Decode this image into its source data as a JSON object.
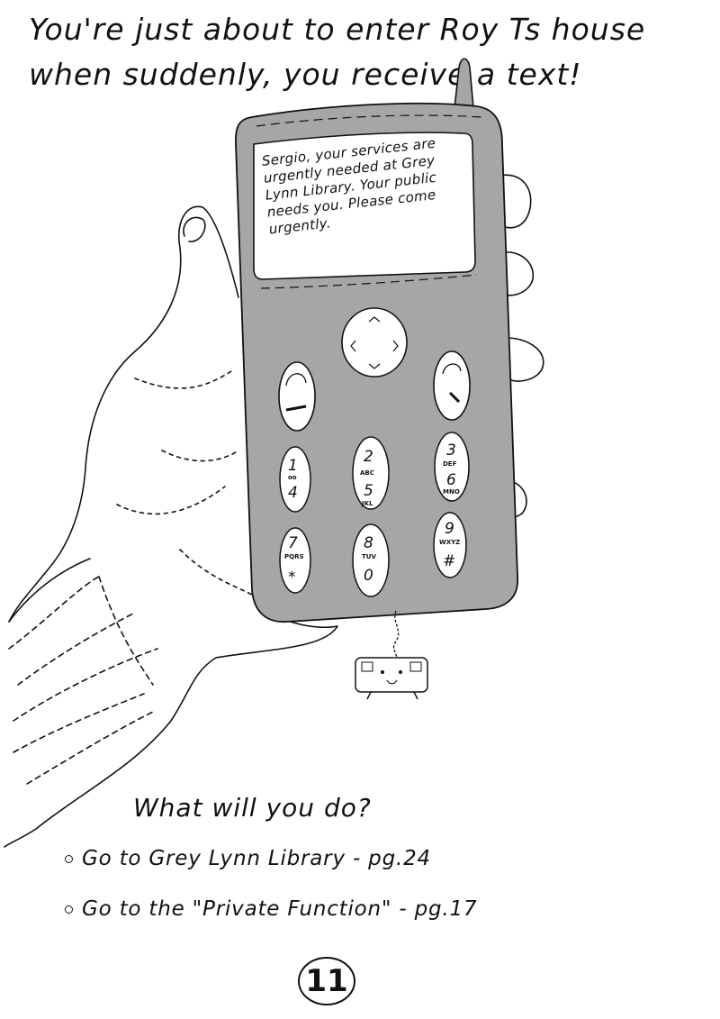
{
  "intro_text": "You're just about to enter Roy Ts house when suddenly, you receive a text!",
  "sms_message": "Sergio, your services are urgently needed at Grey Lynn Library. Your public needs you. Please come urgently.",
  "question": "What will you do?",
  "choices": [
    {
      "label": "Go to Grey Lynn Library - pg.24"
    },
    {
      "label": "Go to the \"Private Function\" - pg.17"
    }
  ],
  "page_number": "11",
  "keypad": {
    "k1": "1",
    "k1_sub": "oo",
    "k4": "4",
    "k2": "2",
    "k2_sub": "ABC",
    "k5": "5",
    "k5_sub": "JKL",
    "k3": "3",
    "k3_sub": "DEF",
    "k6": "6",
    "k6_sub": "MNO",
    "k7": "7",
    "k7_sub": "PQRS",
    "kstar": "*",
    "k8": "8",
    "k8_sub": "TUV",
    "k0": "0",
    "k9": "9",
    "k9_sub": "WXYZ",
    "khash": "#"
  },
  "colors": {
    "phone_body": "#a6a6a6",
    "ink": "#111111",
    "paper": "#ffffff"
  }
}
